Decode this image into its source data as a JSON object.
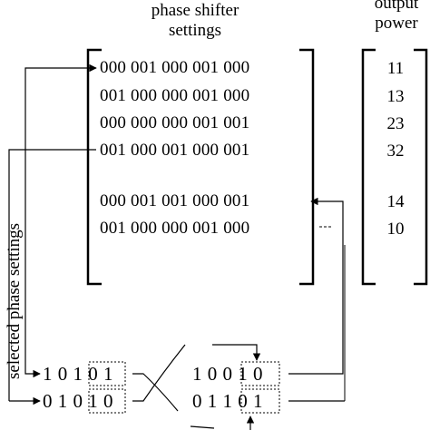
{
  "headers": {
    "settings_line1": "phase shifter",
    "settings_line2": "settings",
    "power_line1": "output",
    "power_line2": "power"
  },
  "matrix_rows": [
    "000 001 000 001 000",
    "001 000 000 001 000",
    "000 000 000 001 001",
    "001 000 001 000 001",
    "000 001 001 000 001",
    "001 000 000 001 000"
  ],
  "powers": [
    "11",
    "13",
    "23",
    "32",
    "14",
    "10"
  ],
  "side_label": "selected phase settings",
  "parents": [
    "1 0 1 0 1",
    "0 1 0 1 0"
  ],
  "children": [
    "1 0 0 1 0",
    "0 1 1 0 1"
  ]
}
